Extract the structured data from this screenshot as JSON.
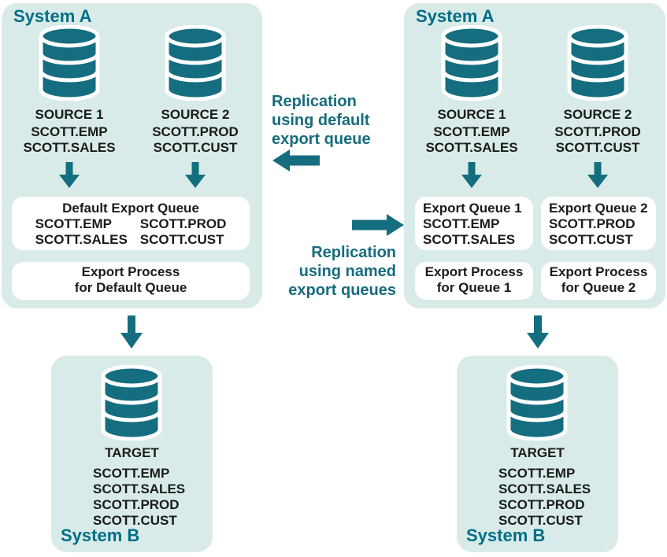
{
  "colors": {
    "shape_teal": "#156d80",
    "heading_teal": "#016e87",
    "caption_teal": "#176b7e",
    "mint_bg": "#d8ebe8",
    "box_white": "#ffffff",
    "text_black": "#1b1b1b"
  },
  "middle": {
    "default_caption": {
      "line1": "Replication",
      "line2": "using default",
      "line3": "export queue"
    },
    "named_caption": {
      "line1": "Replication",
      "line2": "using named",
      "line3": "export queues"
    }
  },
  "left": {
    "system_a": {
      "label": "System A",
      "source1": {
        "name": "SOURCE 1",
        "table1": "SCOTT.EMP",
        "table2": "SCOTT.SALES"
      },
      "source2": {
        "name": "SOURCE 2",
        "table1": "SCOTT.PROD",
        "table2": "SCOTT.CUST"
      },
      "queue_box": {
        "title": "Default Export Queue",
        "col1_line1": "SCOTT.EMP",
        "col1_line2": "SCOTT.SALES",
        "col2_line1": "SCOTT.PROD",
        "col2_line2": "SCOTT.CUST"
      },
      "process_box": {
        "line1": "Export Process",
        "line2": "for Default Queue"
      }
    },
    "system_b": {
      "label": "System B",
      "name": "TARGET",
      "table1": "SCOTT.EMP",
      "table2": "SCOTT.SALES",
      "table3": "SCOTT.PROD",
      "table4": "SCOTT.CUST"
    }
  },
  "right": {
    "system_a": {
      "label": "System A",
      "source1": {
        "name": "SOURCE 1",
        "table1": "SCOTT.EMP",
        "table2": "SCOTT.SALES"
      },
      "source2": {
        "name": "SOURCE 2",
        "table1": "SCOTT.PROD",
        "table2": "SCOTT.CUST"
      },
      "queue_box1": {
        "title": "Export Queue 1",
        "line1": "SCOTT.EMP",
        "line2": "SCOTT.SALES"
      },
      "queue_box2": {
        "title": "Export Queue 2",
        "line1": "SCOTT.PROD",
        "line2": "SCOTT.CUST"
      },
      "process_box1": {
        "line1": "Export Process",
        "line2": "for Queue 1"
      },
      "process_box2": {
        "line1": "Export Process",
        "line2": "for Queue 2"
      }
    },
    "system_b": {
      "label": "System B",
      "name": "TARGET",
      "table1": "SCOTT.EMP",
      "table2": "SCOTT.SALES",
      "table3": "SCOTT.PROD",
      "table4": "SCOTT.CUST"
    }
  }
}
